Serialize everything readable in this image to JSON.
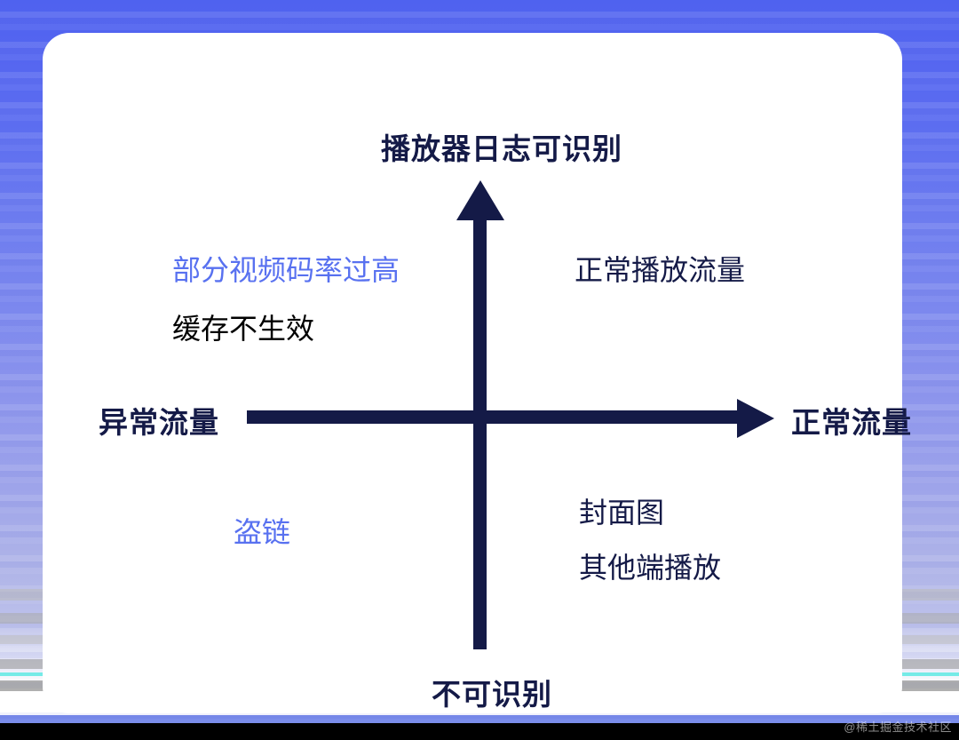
{
  "chart_data": {
    "type": "diagram",
    "subtype": "2x2-quadrant-matrix",
    "title": "",
    "axes": {
      "vertical": {
        "positive_label": "播放器日志可识别",
        "negative_label": "不可识别",
        "arrow": "up"
      },
      "horizontal": {
        "negative_label": "异常流量",
        "positive_label": "正常流量",
        "arrow": "right"
      }
    },
    "quadrants": [
      {
        "position": "top-left",
        "x": "异常流量",
        "y": "播放器日志可识别",
        "items": [
          {
            "text": "部分视频码率过高",
            "color": "#5871f0"
          },
          {
            "text": "缓存不生效",
            "color": "#000000"
          }
        ]
      },
      {
        "position": "top-right",
        "x": "正常流量",
        "y": "播放器日志可识别",
        "items": [
          {
            "text": "正常播放流量",
            "color": "#141a47"
          }
        ]
      },
      {
        "position": "bottom-left",
        "x": "异常流量",
        "y": "不可识别",
        "items": [
          {
            "text": "盗链",
            "color": "#5871f0"
          }
        ]
      },
      {
        "position": "bottom-right",
        "x": "正常流量",
        "y": "不可识别",
        "items": [
          {
            "text": "封面图",
            "color": "#141a47"
          },
          {
            "text": "其他端播放",
            "color": "#141a47"
          }
        ]
      }
    ]
  },
  "labels": {
    "top": "播放器日志可识别",
    "bottom": "不可识别",
    "left": "异常流量",
    "right": "正常流量"
  },
  "quadrant_text": {
    "top_left_line1": "部分视频码率过高",
    "top_left_line2": "缓存不生效",
    "top_right_line1": "正常播放流量",
    "bottom_left_line1": "盗链",
    "bottom_right_line1": "封面图",
    "bottom_right_line2": "其他端播放"
  },
  "watermark": "@稀土掘金技术社区",
  "colors": {
    "navy": "#141a47",
    "blue": "#5871f0",
    "black": "#000000",
    "backdrop_top": "#4f62ef",
    "backdrop_bottom": "#bcc0ea",
    "card": "#ffffff"
  },
  "icons": {
    "axis_arrow_up": "arrow-up-icon",
    "axis_arrow_right": "arrow-right-icon"
  }
}
